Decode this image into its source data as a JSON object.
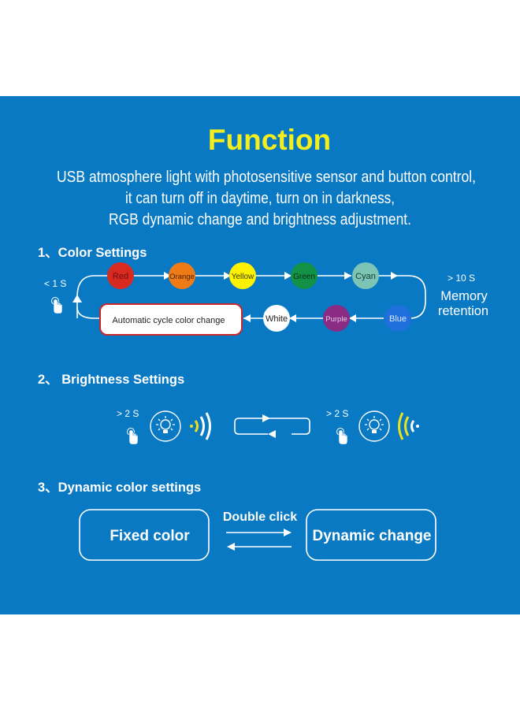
{
  "title": "Function",
  "description": [
    "USB atmosphere light with photosensitive sensor and button control,",
    "it can turn off in daytime, turn on in darkness,",
    "RGB dynamic change and brightness adjustment."
  ],
  "section1": {
    "heading": "1、Color Settings",
    "press_short": "< 1 S",
    "press_long": "> 10 S",
    "memory_lines": [
      "Memory",
      "retention"
    ],
    "colors_top": [
      {
        "label": "Red",
        "fill": "#d92a22",
        "text": "#6b0f0f"
      },
      {
        "label": "Orange",
        "fill": "#ef7b16",
        "text": "#4a2100"
      },
      {
        "label": "Yellow",
        "fill": "#fff200",
        "text": "#3b3b00"
      },
      {
        "label": "Green",
        "fill": "#139146",
        "text": "#0a2d14"
      },
      {
        "label": "Cyan",
        "fill": "#7cc5b5",
        "text": "#123c36"
      }
    ],
    "colors_bottom": [
      {
        "label": "White",
        "fill": "#ffffff",
        "text": "#222222"
      },
      {
        "label": "Purple",
        "fill": "#8a2c83",
        "text": "#e8c6e6"
      },
      {
        "label": "Blue",
        "fill": "#1f6fdc",
        "text": "#dde9ff"
      }
    ],
    "auto_cycle_label": "Automatic cycle color change"
  },
  "section2": {
    "heading": "2、 Brightness Settings",
    "left_press": "> 2 S",
    "right_press": "> 2 S"
  },
  "section3": {
    "heading": "3、Dynamic color settings",
    "fixed_label": "Fixed color",
    "double_click_label": "Double click",
    "dynamic_label": "Dynamic change"
  },
  "colors": {
    "background": "#0a79c3",
    "title": "#f5ee1e",
    "text": "#ffffff",
    "auto_border": "#c7282c",
    "wave_yellow": "#e9e21d"
  }
}
